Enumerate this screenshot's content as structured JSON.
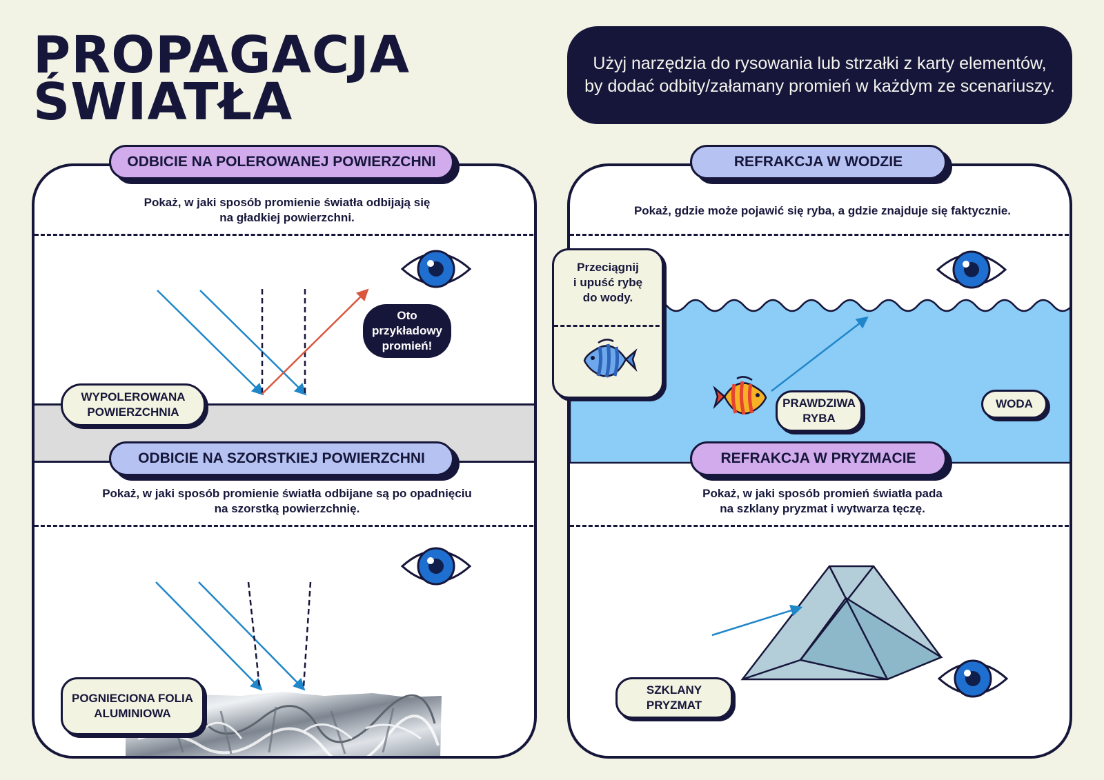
{
  "page": {
    "title_line1": "PROPAGACJA",
    "title_line2": "ŚWIATŁA",
    "instruction": "Użyj narzędzia do rysowania lub strzałki z karty elementów, by dodać odbity/załamany promień w każdym ze scenariuszy."
  },
  "polished": {
    "title": "ODBICIE NA POLEROWANEJ POWIERZCHNI",
    "desc_line1": "Pokaż, w jaki sposób promienie światła odbijają się",
    "desc_line2": "na gładkiej powierzchni.",
    "surface_label_line1": "WYPOLEROWANA",
    "surface_label_line2": "POWIERZCHNIA",
    "example_line1": "Oto",
    "example_line2": "przykładowy",
    "example_line3": "promień!"
  },
  "rough": {
    "title": "ODBICIE NA SZORSTKIEJ POWIERZCHNI",
    "desc_line1": "Pokaż, w jaki sposób promienie światła odbijane są po opadnięciu",
    "desc_line2": "na szorstką powierzchnię.",
    "surface_label_line1": "POGNIECIONA FOLIA",
    "surface_label_line2": "ALUMINIOWA"
  },
  "water": {
    "title": "REFRAKCJA W WODZIE",
    "desc": "Pokaż, gdzie może pojawić się ryba, a gdzie znajduje się faktycznie.",
    "drag_line1": "Przeciągnij",
    "drag_line2": "i upuść rybę",
    "drag_line3": "do wody.",
    "real_fish_line1": "PRAWDZIWA",
    "real_fish_line2": "RYBA",
    "water_label": "WODA"
  },
  "prism": {
    "title": "REFRAKCJA W PRYZMACIE",
    "desc_line1": "Pokaż, w jaki sposób promień światła pada",
    "desc_line2": "na szklany pryzmat i wytwarza tęczę.",
    "label_line1": "SZKLANY",
    "label_line2": "PRYZMAT"
  },
  "colors": {
    "ray_blue": "#1f86c9",
    "ray_red": "#d9573e",
    "water": "#8ccdf8",
    "surface_gray": "#dcdcdc",
    "navy": "#16163a"
  },
  "icons": [
    "eye-icon",
    "fish-icon",
    "arrow-icon"
  ]
}
